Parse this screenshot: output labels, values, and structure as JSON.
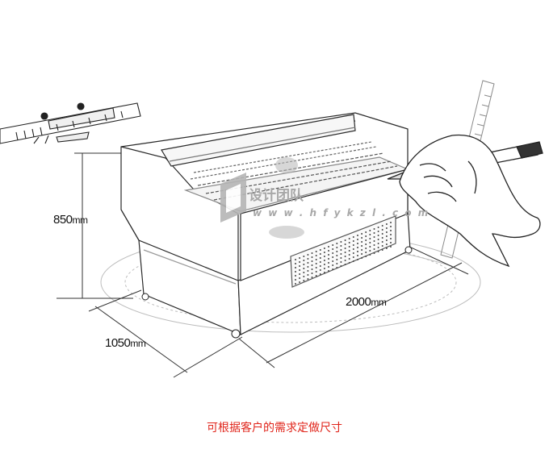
{
  "dimensions": {
    "height": {
      "value": "850",
      "unit": "mm"
    },
    "depth": {
      "value": "1050",
      "unit": "mm"
    },
    "width": {
      "value": "2000",
      "unit": "mm"
    }
  },
  "watermark": {
    "name": "设计团队",
    "url": "w w w . h f y k z l . c o m"
  },
  "caption": "可根据客户的需求定做尺寸",
  "colors": {
    "caption": "#e0251b",
    "line": "#2a2a2a",
    "light_line": "#9a9a9a",
    "watermark": "#a8a8a8"
  },
  "icons": [
    "caliper-icon",
    "hand-with-pencil-icon",
    "watermark-logo-icon"
  ]
}
